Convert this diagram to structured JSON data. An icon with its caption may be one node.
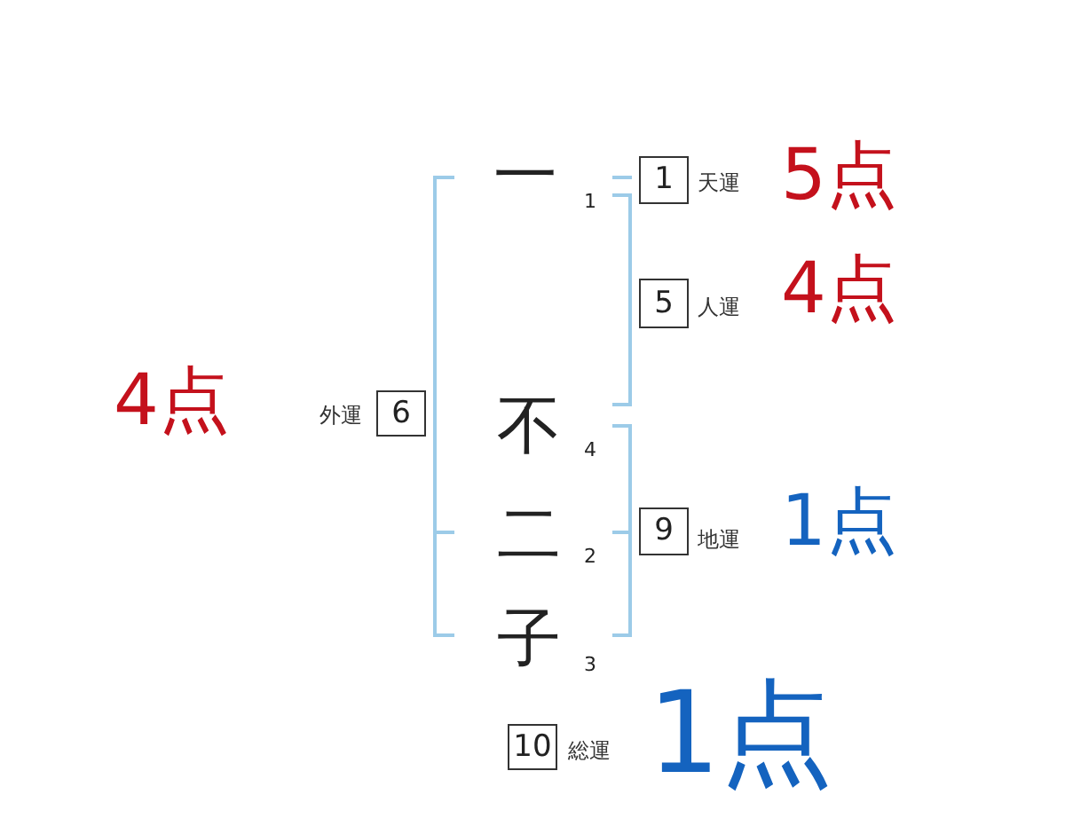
{
  "diagram": {
    "nodes": [
      {
        "text": [
          "1"
        ],
        "beside": [
          "天運",
          "5点"
        ]
      },
      {
        "text": [
          "5"
        ],
        "beside": [
          "人運",
          "4点"
        ]
      },
      {
        "text": [
          "6"
        ],
        "beside": [
          "外運",
          "4点"
        ]
      },
      {
        "text": [
          "9"
        ],
        "beside": [
          "地運",
          "1点"
        ]
      },
      {
        "text": [
          "10"
        ],
        "beside": [
          "総運",
          "1点"
        ]
      }
    ],
    "labels": [
      "一",
      "1",
      "不",
      "4",
      "二",
      "2",
      "子",
      "3"
    ]
  }
}
